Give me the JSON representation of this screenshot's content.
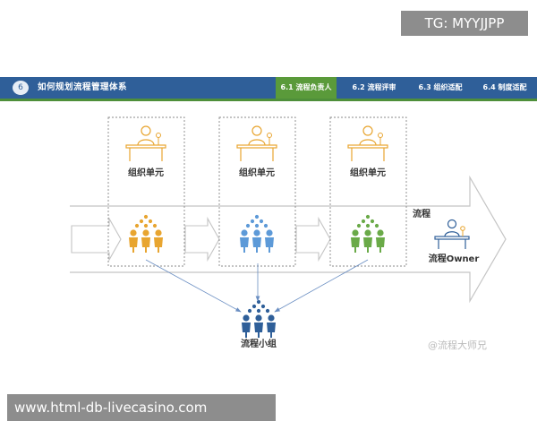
{
  "overlay_badge": "TG: MYYJJPP",
  "header": {
    "section_number": "6",
    "section_title": "如何规划流程管理体系",
    "tabs": [
      {
        "label": "6.1 流程负责人",
        "active": true
      },
      {
        "label": "6.2 流程评审",
        "active": false
      },
      {
        "label": "6.3 组织适配",
        "active": false
      },
      {
        "label": "6.4 制度适配",
        "active": false
      }
    ]
  },
  "diagram": {
    "org_units": [
      {
        "label": "组织单元",
        "color": "#e8a530"
      },
      {
        "label": "组织单元",
        "color": "#5d9ad8"
      },
      {
        "label": "组织单元",
        "color": "#6aaa48"
      }
    ],
    "process_label": "流程",
    "owner_label": "流程Owner",
    "group_label": "流程小组",
    "group_color": "#2f5f99"
  },
  "watermark": "@流程大师兄",
  "url_bar": "www.html-db-livecasino.com",
  "colors": {
    "header_blue": "#2f5f99",
    "accent_green": "#5a9a3a",
    "desk_orange": "#e8a530"
  }
}
